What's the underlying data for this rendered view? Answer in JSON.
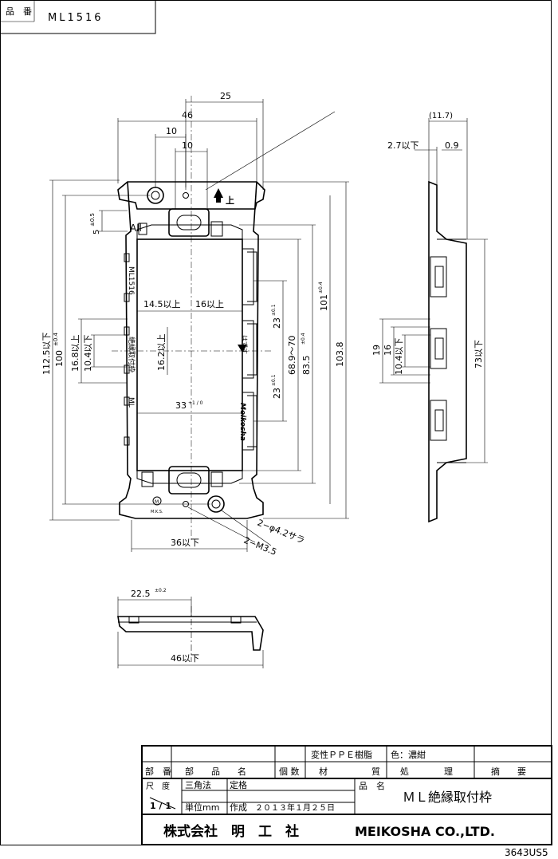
{
  "header": {
    "label": "品　番",
    "part_no": "ML1516"
  },
  "front_view": {
    "dims": {
      "d25": "25",
      "d46": "46",
      "d10a": "10",
      "d10b": "10",
      "d5": "5",
      "d5_tol": "±0.5",
      "d112": "112.5以下",
      "d100": "100",
      "d100_tol": "±0.4",
      "d168": "16.8以上",
      "d104": "10.4以下",
      "d145": "14.5以上",
      "d16": "16以上",
      "d162": "16.2以上",
      "d33": "33",
      "d33_tol": "+1 / 0",
      "d23a": "23",
      "d23a_tol": "±0.1",
      "d23b": "23",
      "d23b_tol": "±0.1",
      "d689": "68.9〜70",
      "d835": "83.5",
      "d835_tol": "±0.4",
      "d101": "101",
      "d101_tol": "±0.4",
      "d1038": "103.8",
      "d36": "36以下",
      "hole1": "2−φ4.2サラ",
      "hole2": "2−M3.5"
    },
    "marks": {
      "all": "All",
      "hazusu": "はずす",
      "up_mark": "上",
      "vertical_text1": "ML1516",
      "vertical_text2": "絶縁取付枠",
      "vertical_text3": "ML",
      "brand": "Meikosha",
      "mks": "M.K.S."
    }
  },
  "side_view": {
    "dims": {
      "d117": "(11.7)",
      "d27": "2.7以下",
      "d09": "0.9",
      "d19": "19",
      "d16": "16",
      "d104": "10.4以下",
      "d73": "73以下"
    }
  },
  "bottom_view": {
    "dims": {
      "d225": "22.5",
      "d225_tol": "±0.2",
      "d46": "46以下"
    }
  },
  "title_block": {
    "material_note": "変性ＰＰＥ樹脂",
    "color_note": "色：濃紺",
    "col_buban": "部　番",
    "col_buhinmei": "部　　品　　名",
    "col_kosu": "個 数",
    "col_zaishitsu": "材　　　　　質",
    "col_shori": "処　　　　理",
    "col_tekiyo": "摘　　要",
    "scale_label": "尺　度",
    "scale_value": "1 / 1",
    "projection": "三角法",
    "unit": "単位mm",
    "kakaku": "定格",
    "sakusei": "作成",
    "date": "２０１３年１月２５日",
    "hinmei_label": "品　名",
    "product_name": "ＭＬ絶縁取付枠",
    "company_jp": "株式会社　明　工　社",
    "company_en": "MEIKOSHA CO.,LTD.",
    "doc_no": "3643US5"
  }
}
